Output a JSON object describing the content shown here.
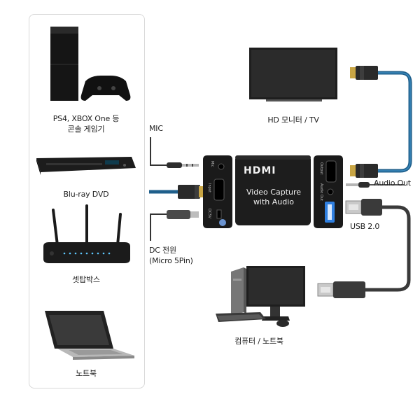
{
  "sources": [
    {
      "id": "console",
      "label_lines": [
        "PS4, XBOX One 등",
        "콘솔 게임기"
      ],
      "icon": "game-console-icon"
    },
    {
      "id": "bluray",
      "label_lines": [
        "Blu-ray DVD"
      ],
      "icon": "bluray-player-icon"
    },
    {
      "id": "settop",
      "label_lines": [
        "셋탑박스"
      ],
      "icon": "set-top-box-icon"
    },
    {
      "id": "laptop",
      "label_lines": [
        "노트북"
      ],
      "icon": "laptop-icon"
    }
  ],
  "device": {
    "logo": "HDMI",
    "title_line1": "Video  Capture",
    "title_line2": "with Audio",
    "ports_left": [
      "Mic",
      "Input",
      "DC5V"
    ],
    "ports_right": [
      "Output",
      "Audio Out"
    ]
  },
  "connections": {
    "mic": "MIC",
    "dc_power_line1": "DC 전원",
    "dc_power_line2": "(Micro 5Pin)",
    "audio_out": "Audio Out",
    "usb": "USB 2.0"
  },
  "targets": {
    "monitor": "HD 모니터 / TV",
    "computer": "컴퓨터 / 노트북"
  },
  "colors": {
    "cable_blue": "#1f5f8b",
    "cable_gray": "#3a3a3a",
    "device_dark": "#1d1d1d",
    "usb_blue": "#2f7fe0"
  }
}
